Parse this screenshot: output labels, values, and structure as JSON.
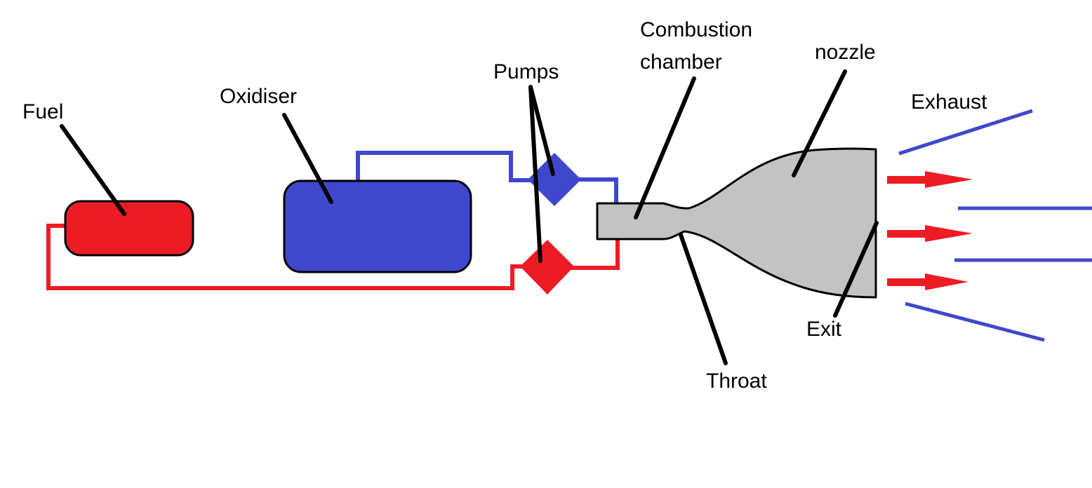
{
  "labels": {
    "fuel": "Fuel",
    "oxidiser": "Oxidiser",
    "pumps": "Pumps",
    "combustion_line1": "Combustion",
    "combustion_line2": "chamber",
    "nozzle": "nozzle",
    "exhaust": "Exhaust",
    "exit": "Exit",
    "throat": "Throat"
  },
  "colors": {
    "fuel": "#ed1c24",
    "oxidiser": "#3f48cc",
    "engine": "#c3c3c3",
    "outline": "#000000",
    "background": "#ffffff"
  }
}
